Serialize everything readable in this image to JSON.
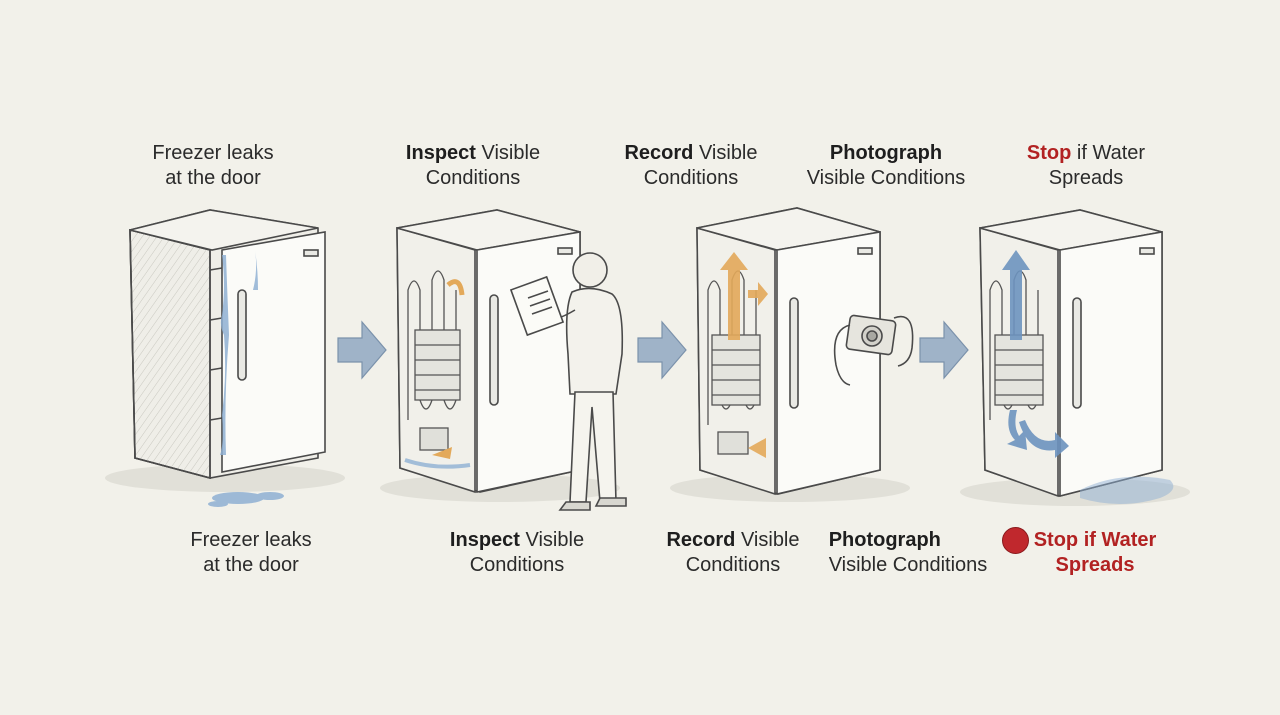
{
  "top_labels": [
    {
      "line1_plain": "Freezer leaks",
      "line2": "at the door"
    },
    {
      "line1_bold": "Inspect",
      "line1_rest": " Visible",
      "line2": "Conditions"
    },
    {
      "line1_bold": "Record",
      "line1_rest": " Visible",
      "line2": "Conditions"
    },
    {
      "line1_bold": "Photograph",
      "line1_rest": "",
      "line2": "Visible Conditions"
    },
    {
      "line1_bold": "Stop",
      "line1_rest": " if Water",
      "line2": "Spreads"
    }
  ],
  "bottom_labels": [
    {
      "line1_plain": "Freezer leaks",
      "line2": "at the door"
    },
    {
      "line1_bold": "Inspect",
      "line1_rest": " Visible",
      "line2": "Conditions"
    },
    {
      "line1_bold": "Record",
      "line1_rest": " Visible",
      "line2": "Conditions"
    },
    {
      "line1_bold": "Photograph",
      "line1_rest": "",
      "line2": "Visible Conditions"
    },
    {
      "line1": "Stop if Water",
      "line2": "Spreads"
    }
  ],
  "colors": {
    "background": "#f2f1ea",
    "arrow": "#9fb3c8",
    "water": "#8fb0d3",
    "airflow_orange": "#e3a95a",
    "airflow_blue": "#6d93bf",
    "stop_red": "#c0282d"
  },
  "icons": [
    "freezer-icon",
    "inspector-person-icon",
    "camera-icon",
    "step-arrow-icon",
    "stop-dot-icon"
  ]
}
